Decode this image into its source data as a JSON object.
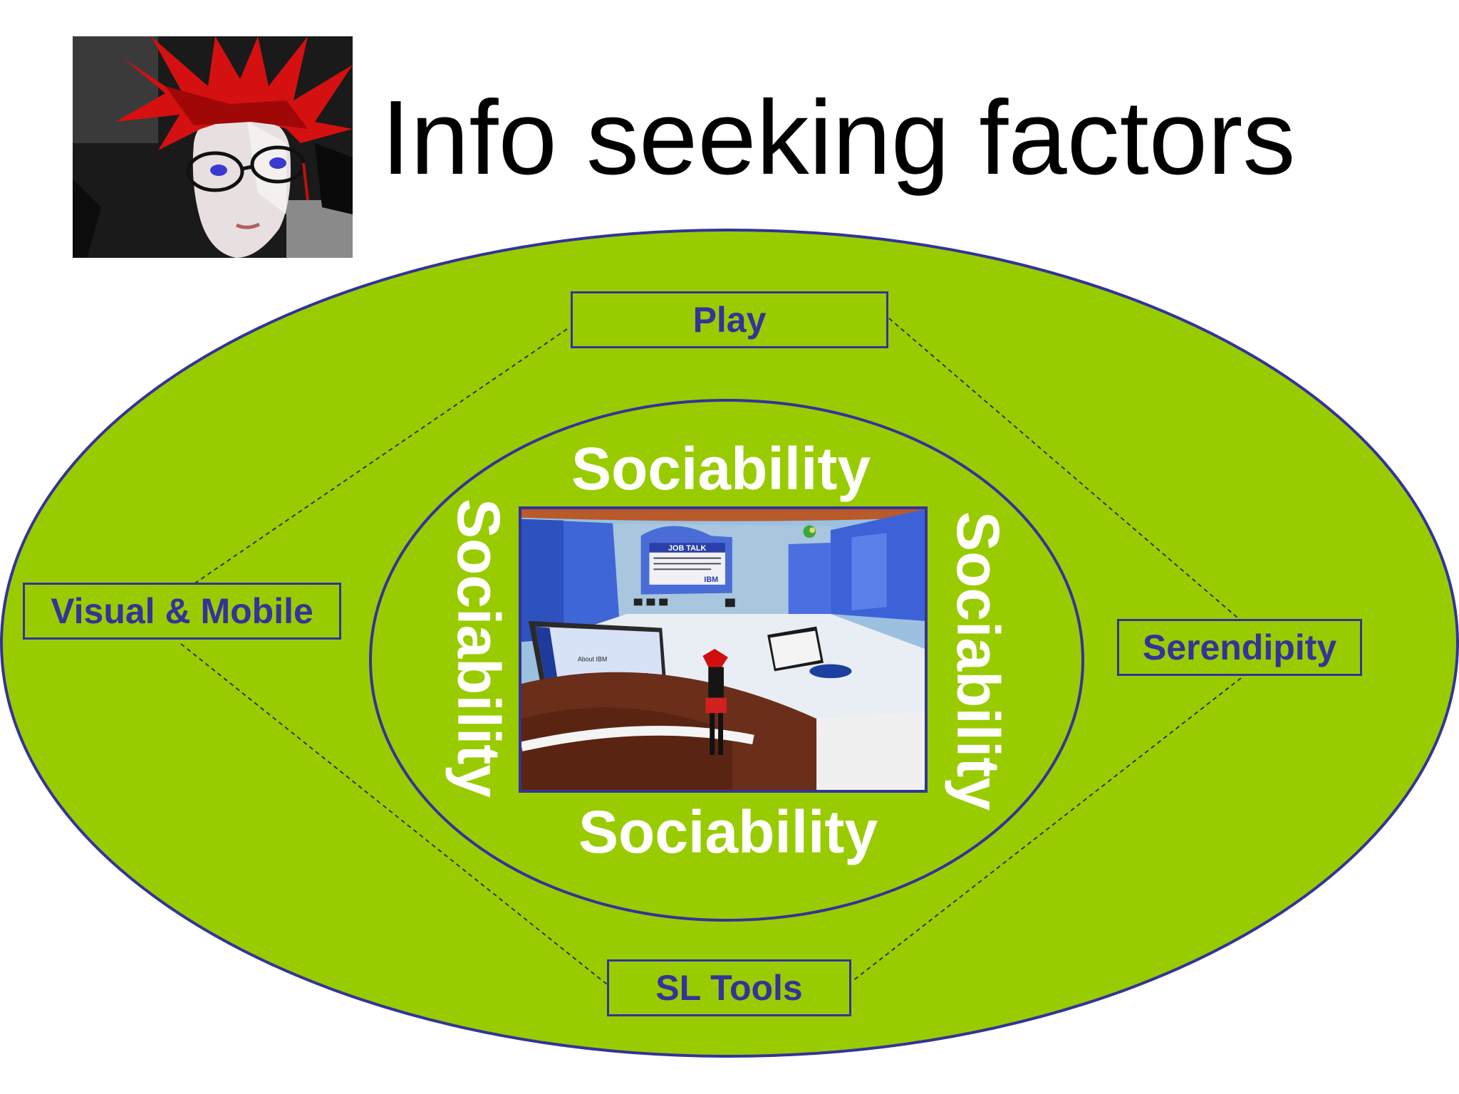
{
  "title": "Info seeking factors",
  "colors": {
    "ellipse_fill": "#99cc00",
    "outline": "#333399",
    "label_text": "#333399",
    "sociability_text": "#ffffff"
  },
  "factors": {
    "play": "Play",
    "visual_mobile": "Visual & Mobile",
    "serendipity": "Serendipity",
    "sl_tools": "SL Tools"
  },
  "core": {
    "top": "Sociability",
    "bottom": "Sociability",
    "left": "Sociability",
    "right": "Sociability"
  },
  "screenshot": {
    "job_talk": "JOB TALK",
    "brand": "IBM",
    "panel_title": "About IBM"
  },
  "icons": {
    "avatar": "avatar-portrait-icon",
    "virtual_world": "virtual-world-scene-icon"
  }
}
